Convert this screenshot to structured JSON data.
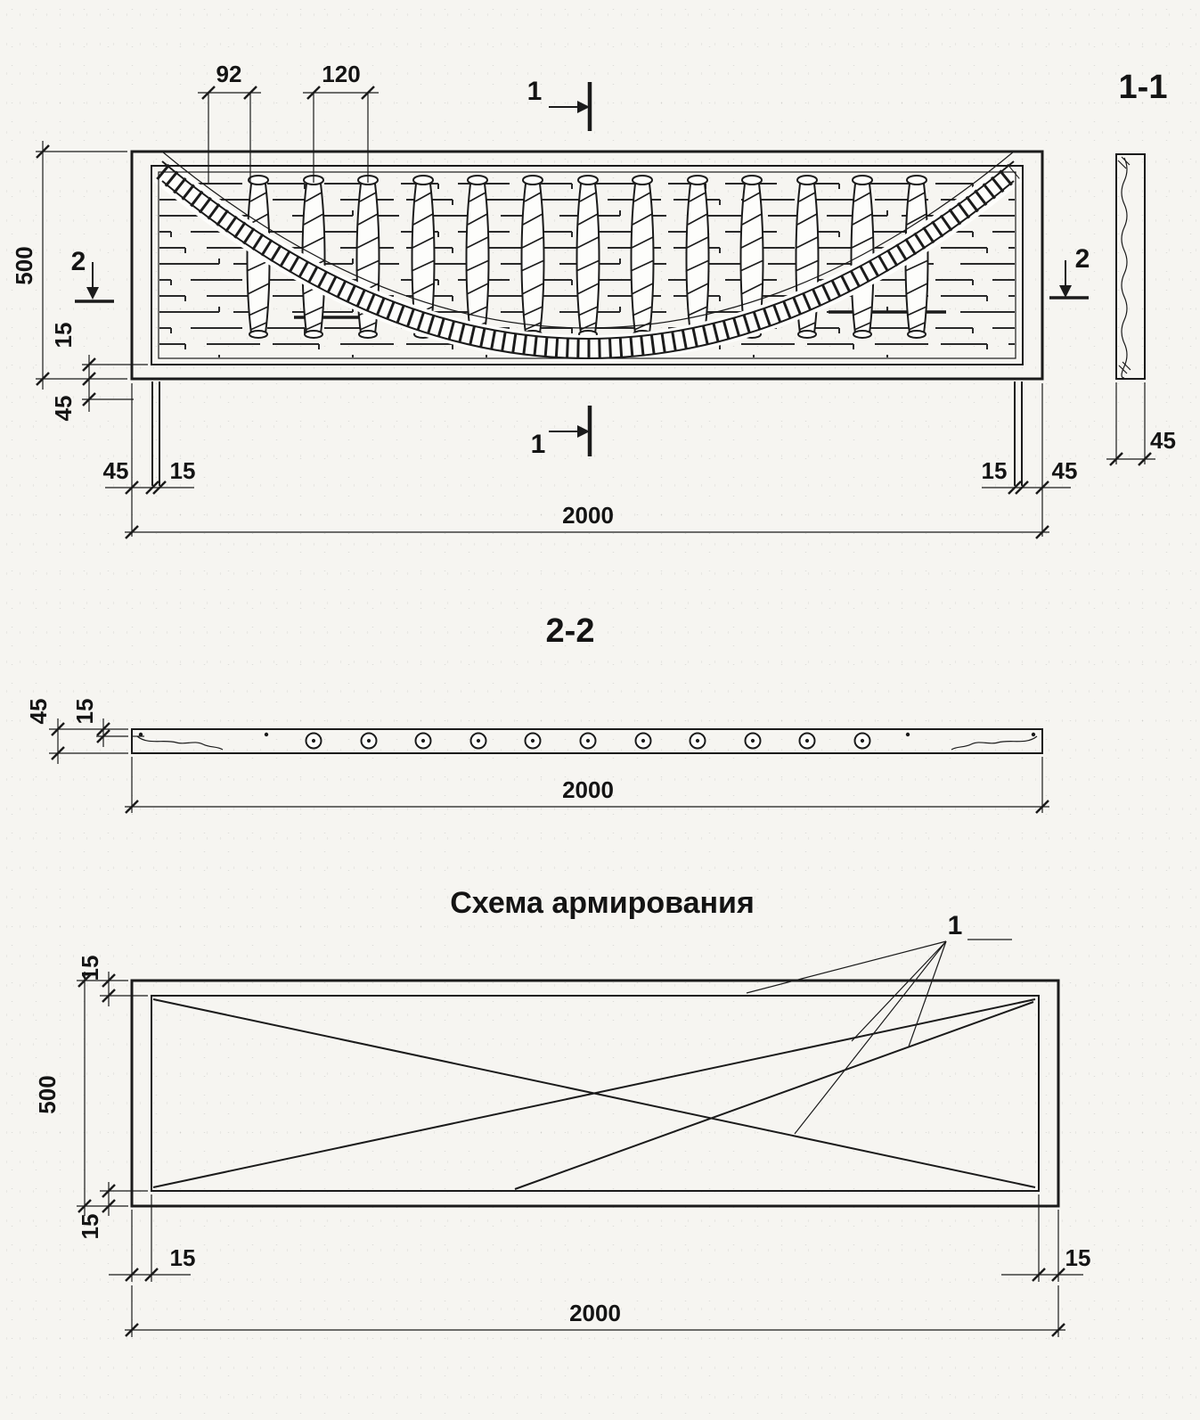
{
  "colors": {
    "paper": "#f6f5f1",
    "ink": "#1b1b1b"
  },
  "elevation": {
    "dim_92": "92",
    "dim_120": "120",
    "dim_500": "500",
    "dim_15_frame": "15",
    "dim_45_tenon_v": "45",
    "dim_45_bottom_left": "45",
    "dim_15_bottom_left": "15",
    "dim_2000": "2000",
    "dim_15_bottom_right": "15",
    "dim_45_bottom_right": "45",
    "marker_1_top": "1",
    "marker_1_bottom": "1",
    "marker_2_left": "2",
    "marker_2_right": "2"
  },
  "section_1_1": {
    "label": "1-1",
    "dim_45": "45"
  },
  "section_2_2": {
    "label": "2-2",
    "dim_45": "45",
    "dim_15": "15",
    "dim_2000": "2000"
  },
  "reinforcement": {
    "title": "Схема армирования",
    "callout_1": "1",
    "dim_15_top": "15",
    "dim_500": "500",
    "dim_15_bottom": "15",
    "dim_15_left": "15",
    "dim_15_right": "15",
    "dim_2000": "2000"
  }
}
